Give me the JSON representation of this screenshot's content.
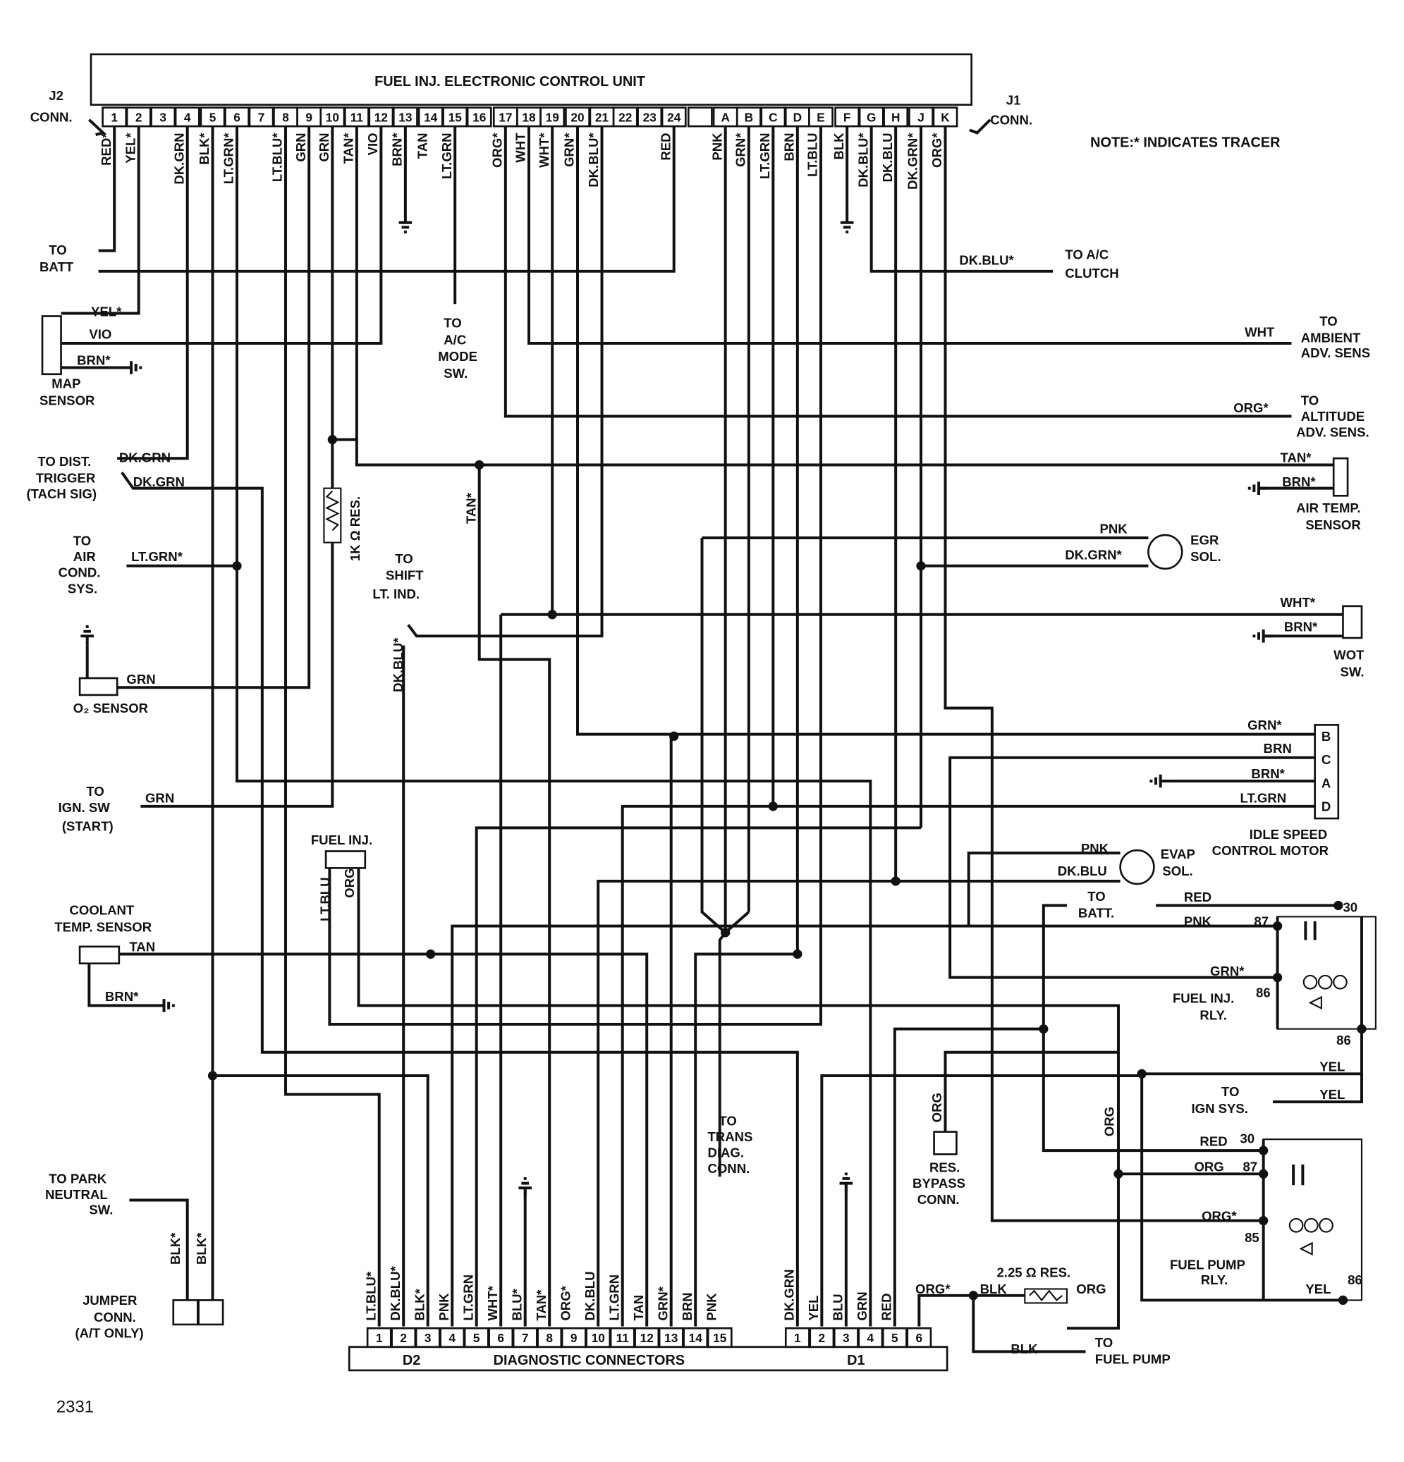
{
  "ecu": {
    "title": "FUEL INJ. ELECTRONIC CONTROL UNIT",
    "j2_label": "J2",
    "j2_conn": "CONN.",
    "j1_label": "J1",
    "j1_conn": "CONN.",
    "j2_pins": [
      "1",
      "2",
      "3",
      "4",
      "5",
      "6",
      "7",
      "8",
      "9",
      "10",
      "11",
      "12",
      "13",
      "14",
      "15",
      "16",
      "17",
      "18",
      "19",
      "20",
      "21",
      "22",
      "23",
      "24",
      ""
    ],
    "j1_pins": [
      "A",
      "B",
      "C",
      "D",
      "E",
      "F",
      "G",
      "H",
      "J",
      "K"
    ],
    "j2_wires": [
      "RED*",
      "YEL*",
      "",
      "DK.GRN",
      "BLK*",
      "LT.GRN*",
      "",
      "LT.BLU*",
      "GRN",
      "GRN",
      "TAN*",
      "VIO",
      "BRN*",
      "TAN",
      "LT.GRN",
      "",
      "ORG*",
      "WHT",
      "WHT*",
      "GRN*",
      "DK.BLU*",
      "",
      "",
      "RED",
      ""
    ],
    "j1_wires": [
      "PNK",
      "GRN*",
      "LT.GRN",
      "BRN",
      "LT.BLU",
      "BLK",
      "DK.BLU*",
      "DK.BLU",
      "DK.GRN*",
      "ORG*"
    ]
  },
  "note": "NOTE:* INDICATES TRACER",
  "diagnostic": {
    "title": "DIAGNOSTIC CONNECTORS",
    "d2_label": "D2",
    "d1_label": "D1",
    "d2_pins": [
      "1",
      "2",
      "3",
      "4",
      "5",
      "6",
      "7",
      "8",
      "9",
      "10",
      "11",
      "12",
      "13",
      "14",
      "15"
    ],
    "d1_pins": [
      "1",
      "2",
      "3",
      "4",
      "5",
      "6"
    ],
    "d2_wires": [
      "LT.BLU*",
      "DK.BLU*",
      "BLK*",
      "PNK",
      "LT.GRN",
      "WHT*",
      "BLU*",
      "TAN*",
      "ORG*",
      "DK.BLU",
      "LT.GRN",
      "TAN",
      "GRN*",
      "BRN",
      "PNK"
    ],
    "d1_wires": [
      "DK.GRN",
      "YEL",
      "BLU",
      "GRN",
      "RED",
      ""
    ]
  },
  "labels": {
    "to_batt_left": [
      "TO",
      "BATT"
    ],
    "map_yel": "YEL*",
    "map_vio": "VIO",
    "map_brn": "BRN*",
    "map_sensor": [
      "MAP",
      "SENSOR"
    ],
    "to_dist": [
      "TO DIST.",
      "TRIGGER",
      "(TACH SIG)"
    ],
    "dk_grn_1": "DK.GRN",
    "dk_grn_2": "DK.GRN",
    "to_air_cond": [
      "TO",
      "AIR",
      "COND.",
      "SYS."
    ],
    "air_cond_wire": "LT.GRN*",
    "o2_wire": "GRN",
    "o2_sensor": "O₂ SENSOR",
    "to_ign_sw": [
      "TO",
      "IGN. SW",
      "(START)"
    ],
    "ign_sw_wire": "GRN",
    "fuel_inj": "FUEL INJ.",
    "fuel_inj_lt_blu": "LT.BLU",
    "fuel_inj_org": "ORG",
    "coolant": [
      "COOLANT",
      "TEMP. SENSOR"
    ],
    "coolant_tan": "TAN",
    "coolant_brn": "BRN*",
    "to_park": [
      "TO PARK",
      "NEUTRAL",
      "SW."
    ],
    "park_blk_1": "BLK*",
    "park_blk_2": "BLK*",
    "jumper": [
      "JUMPER",
      "CONN.",
      "(A/T ONLY)"
    ],
    "to_ac_mode": [
      "TO",
      "A/C",
      "MODE",
      "SW."
    ],
    "res_1k": "1K Ω RES.",
    "tan_star": "TAN*",
    "to_shift": [
      "TO",
      "SHIFT",
      "LT. IND."
    ],
    "shift_dk_blu": "DK.BLU*",
    "ac_clutch_wire": "DK.BLU*",
    "to_ac_clutch": [
      "TO  A/C",
      "CLUTCH"
    ],
    "ambient_wire": "WHT",
    "to_ambient": [
      "TO",
      "AMBIENT",
      "ADV. SENS"
    ],
    "altitude_wire": "ORG*",
    "to_altitude": [
      "TO",
      "ALTITUDE",
      "ADV. SENS."
    ],
    "air_temp_tan": "TAN*",
    "air_temp_brn": "BRN*",
    "air_temp": [
      "AIR TEMP.",
      "SENSOR"
    ],
    "egr_pnk": "PNK",
    "egr_dk_grn": "DK.GRN*",
    "egr": [
      "EGR",
      "SOL."
    ],
    "wot_wht": "WHT*",
    "wot_brn": "BRN*",
    "wot": [
      "WOT",
      "SW."
    ],
    "isc_wires": [
      "GRN*",
      "BRN",
      "BRN*",
      "LT.GRN"
    ],
    "isc_pins": [
      "B",
      "C",
      "A",
      "D"
    ],
    "isc": [
      "IDLE SPEED",
      "CONTROL MOTOR"
    ],
    "evap_pnk": "PNK",
    "evap_dk_blu": "DK.BLU",
    "evap": [
      "EVAP",
      "SOL."
    ],
    "to_batt_right": [
      "TO",
      "BATT."
    ],
    "inj_rly_red": "RED",
    "inj_rly_pnk": "PNK",
    "inj_rly_87": "87",
    "inj_rly_30": "30",
    "inj_rly_grn": "GRN*",
    "inj_rly_86a": "86",
    "inj_rly_86b": "86",
    "fuel_inj_rly": [
      "FUEL INJ.",
      "RLY."
    ],
    "yel_1": "YEL",
    "yel_2": "YEL",
    "to_ign_sys": [
      "TO",
      "IGN SYS."
    ],
    "org_vert_1": "ORG",
    "org_vert_2": "ORG",
    "pump_rly_red": "RED",
    "pump_rly_30": "30",
    "pump_rly_org": "ORG",
    "pump_rly_87": "87",
    "pump_rly_org_star": "ORG*",
    "pump_rly_85": "85",
    "fuel_pump_rly": [
      "FUEL PUMP",
      "RLY."
    ],
    "pump_rly_yel": "YEL",
    "pump_rly_86": "86",
    "res_bypass": [
      "RES.",
      "BYPASS",
      "CONN."
    ],
    "res_225": "2.25 Ω RES.",
    "res_org_star": "ORG*",
    "res_blk": "BLK",
    "res_org": "ORG",
    "fuel_pump_blk": "BLK",
    "to_fuel_pump": [
      "TO",
      "FUEL PUMP"
    ],
    "to_trans": [
      "TO",
      "TRANS",
      "DIAG.",
      "CONN."
    ]
  },
  "figure_number": "2331"
}
